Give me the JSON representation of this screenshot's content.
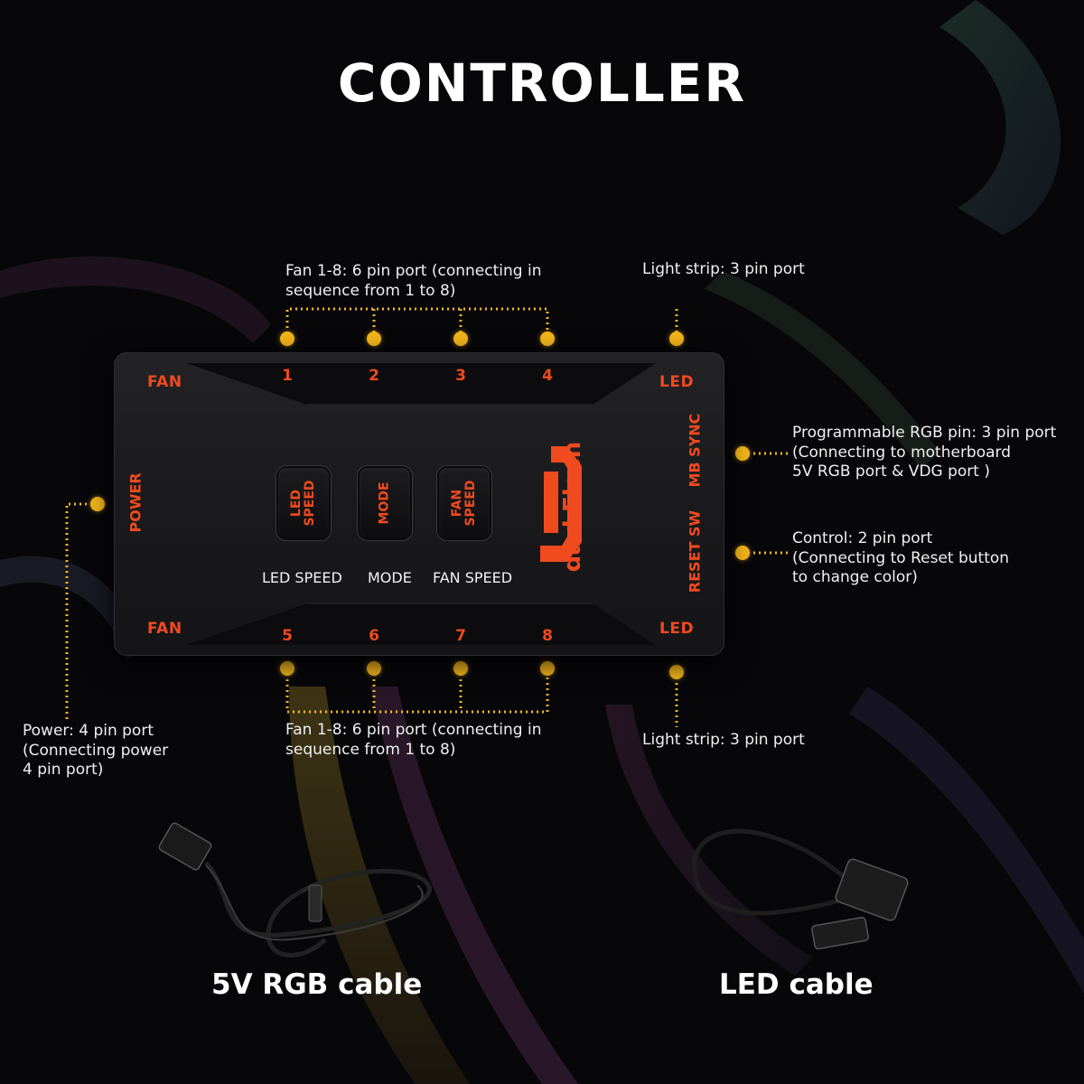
{
  "title": "CONTROLLER",
  "annotations": {
    "fan_top": [
      "Fan 1-8: 6 pin port (connecting in",
      "sequence from 1 to 8)"
    ],
    "light_top": "Light strip: 3 pin port",
    "rgb": [
      "Programmable RGB pin: 3 pin port",
      "(Connecting to motherboard",
      "5V RGB port & VDG port )"
    ],
    "control": [
      "Control: 2 pin port",
      "(Connecting to Reset button",
      "to change color)"
    ],
    "power": [
      "Power: 4 pin port",
      "(Connecting power",
      "4 pin port)"
    ],
    "fan_bottom": [
      "Fan 1-8: 6 pin port (connecting in",
      "sequence from 1 to 8)"
    ],
    "light_bottom": "Light strip: 3 pin port"
  },
  "controller": {
    "fan_top": "FAN",
    "fan_bottom": "FAN",
    "led_top": "LED",
    "led_bottom": "LED",
    "power": "POWER",
    "mb_sync": "MB SYNC",
    "reset_sw": "RESET SW",
    "ports_top": [
      "1",
      "2",
      "3",
      "4"
    ],
    "ports_bottom": [
      "5",
      "6",
      "7",
      "8"
    ],
    "buttons": [
      {
        "face": [
          "LED",
          "SPEED"
        ],
        "caption": "LED SPEED"
      },
      {
        "face": [
          "MODE"
        ],
        "caption": "MODE"
      },
      {
        "face": [
          "FAN",
          "SPEED"
        ],
        "caption": "FAN SPEED"
      }
    ],
    "brand": "darkFlash"
  },
  "cables": {
    "rgb": "5V RGB cable",
    "led": "LED cable"
  },
  "colors": {
    "accent_orange": "#f04a1f",
    "dot_yellow": "#f5b61a",
    "background": "#07070a"
  }
}
